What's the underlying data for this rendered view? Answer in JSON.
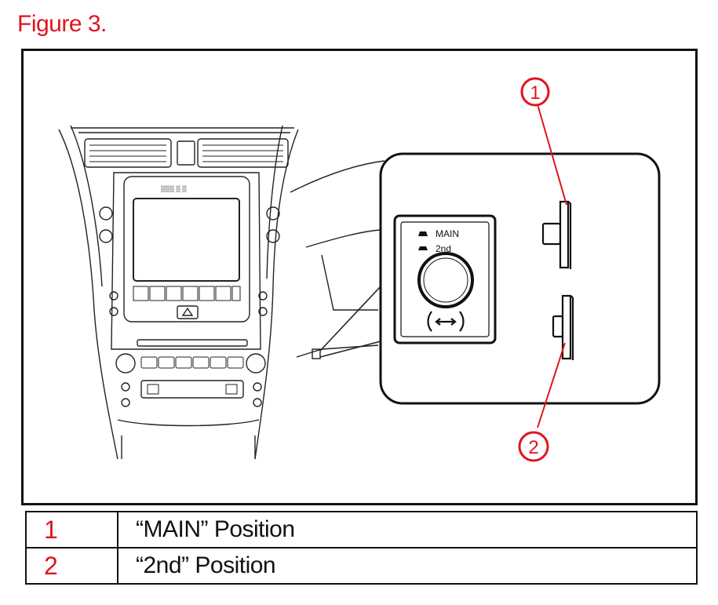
{
  "figure": {
    "title": "Figure 3."
  },
  "diagram": {
    "callouts": [
      "1",
      "2"
    ],
    "switch_labels": {
      "main": "MAIN",
      "second": "2nd"
    }
  },
  "legend": [
    {
      "number": "1",
      "description": "“MAIN” Position"
    },
    {
      "number": "2",
      "description": "“2nd” Position"
    }
  ],
  "colors": {
    "accent": "#e0141e",
    "line": "#111111"
  }
}
